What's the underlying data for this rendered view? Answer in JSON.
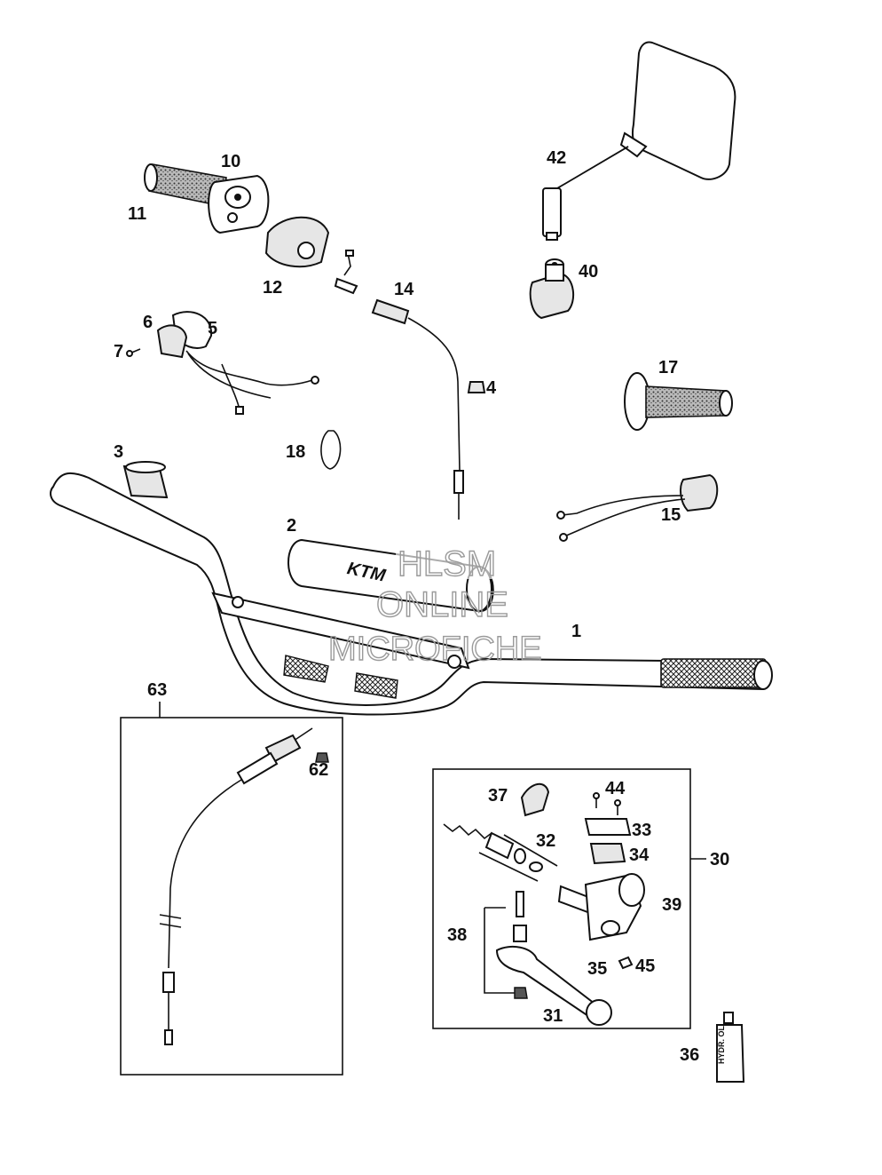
{
  "diagram": {
    "part_numbers": {
      "p1": "1",
      "p2": "2",
      "p3": "3",
      "p4": "4",
      "p5": "5",
      "p6": "6",
      "p7": "7",
      "p10": "10",
      "p11": "11",
      "p12": "12",
      "p14": "14",
      "p15": "15",
      "p17": "17",
      "p18": "18",
      "p30": "30",
      "p31": "31",
      "p32": "32",
      "p33": "33",
      "p34": "34",
      "p35": "35",
      "p36": "36",
      "p37": "37",
      "p38": "38",
      "p39": "39",
      "p40": "40",
      "p42": "42",
      "p44": "44",
      "p45": "45",
      "p62": "62",
      "p63": "63"
    },
    "pad_logo": "KTM",
    "bottle_label": "HYDR. ÖL"
  },
  "watermark": {
    "line1": "HLSM",
    "line2": "ONLINE",
    "line3": "MICROFICHE"
  }
}
